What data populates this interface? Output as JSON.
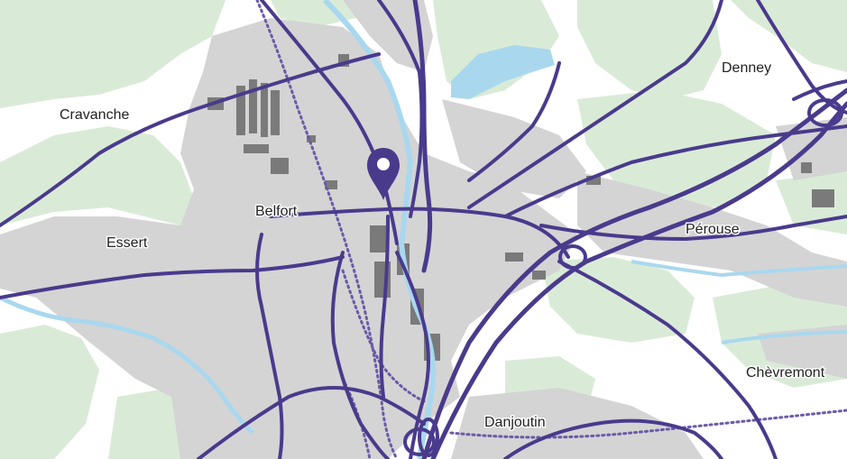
{
  "map": {
    "colors": {
      "background": "#ffffff",
      "forest": "#d9ebd7",
      "urban": "#d4d4d4",
      "building": "#7a7a7a",
      "water": "#a9d8ee",
      "river": "#a9d8ee",
      "road": "#4a3a8c",
      "rail": "#6b5aa8",
      "marker": "#4a3a8c"
    },
    "places": {
      "cravanche": "Cravanche",
      "belfort": "Belfort",
      "essert": "Essert",
      "denney": "Denney",
      "perouse": "Pérouse",
      "chevremont": "Chèvremont",
      "danjoutin": "Danjoutin"
    },
    "marker": {
      "icon": "map-pin-icon"
    }
  }
}
